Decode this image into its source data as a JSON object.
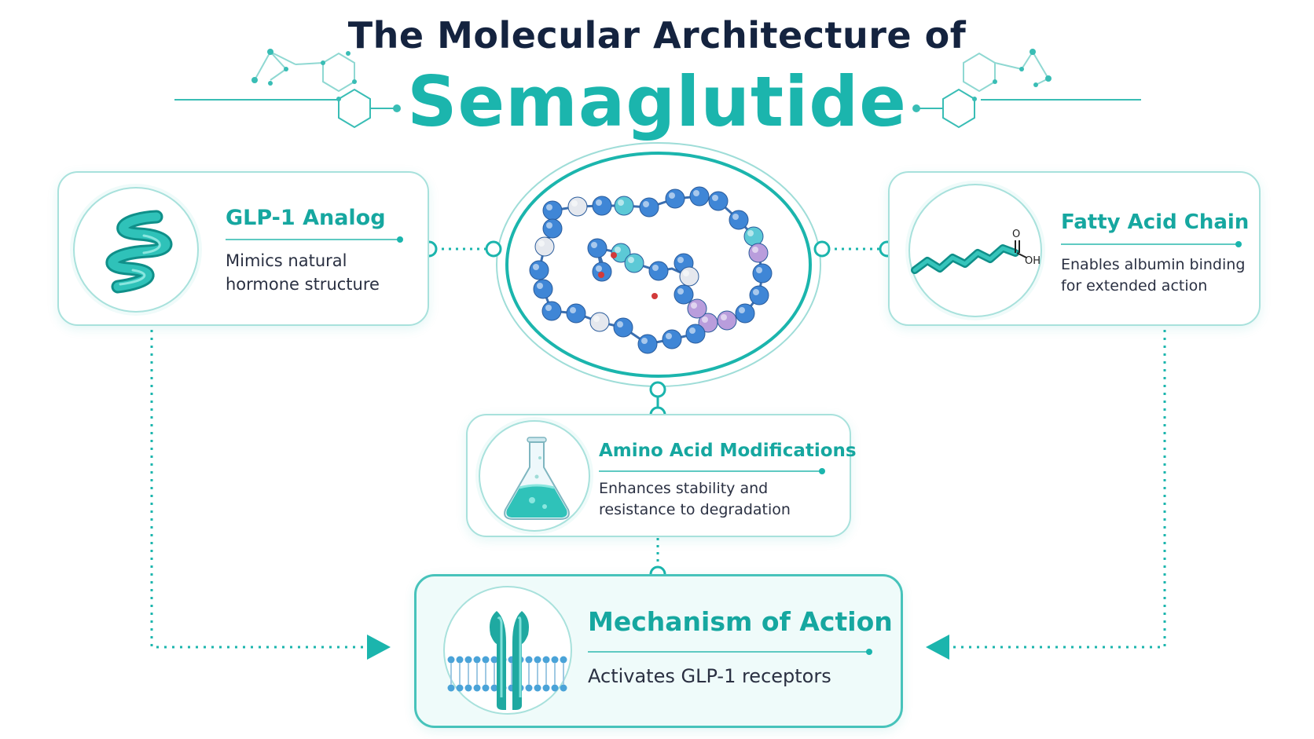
{
  "title": {
    "line1": "The Molecular Architecture of",
    "line2": "Semaglutide"
  },
  "colors": {
    "teal": "#1bb5ad",
    "teal_light": "#a8e1dc",
    "navy": "#14233f",
    "bead_blue": "#3f86d6",
    "bead_teal": "#5cc9d6",
    "bead_violet": "#b99ddc",
    "bead_white": "#e5e8ee",
    "oxygen_red": "#d23a3a"
  },
  "cards": {
    "glp1": {
      "title": "GLP-1 Analog",
      "desc_line1": "Mimics natural",
      "desc_line2": "hormone structure",
      "icon": "alpha-helix-icon"
    },
    "fatty": {
      "title": "Fatty Acid Chain",
      "desc_line1": "Enables albumin binding",
      "desc_line2": "for extended action",
      "icon": "fatty-acid-chain-icon",
      "oxygen_label": "O",
      "hydroxyl_label": "OH"
    },
    "amino": {
      "title": "Amino Acid Modifications",
      "desc_line1": "Enhances stability and",
      "desc_line2": "resistance to degradation",
      "icon": "flask-icon"
    },
    "mechanism": {
      "title": "Mechanism of Action",
      "desc_line1": "Activates GLP-1 receptors",
      "icon": "receptor-membrane-icon"
    }
  },
  "center": {
    "icon": "molecule-model-icon"
  }
}
